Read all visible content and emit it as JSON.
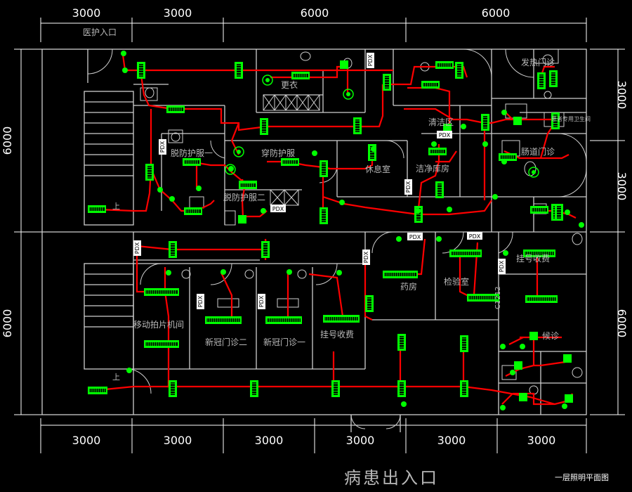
{
  "colors": {
    "background": "#000000",
    "wall": "#cfcfcf",
    "dimension": "#ffffff",
    "wiring": "#ff0000",
    "fixture": "#00ff00",
    "label": "#b8b8b8"
  },
  "dimensions": {
    "top": [
      "3000",
      "3000",
      "6000",
      "6000"
    ],
    "bottom": [
      "3000",
      "3000",
      "3000",
      "3000",
      "3000",
      "3000"
    ],
    "left": [
      "6000",
      "6000"
    ],
    "right": [
      "3000",
      "3000",
      "6000"
    ]
  },
  "rooms": {
    "medical_entrance": "医护入口",
    "changing": "更衣",
    "remove_protective_1": "脱防护服一",
    "remove_protective_2": "脱防护服二",
    "wear_protective": "穿防护服",
    "rest_room": "休息室",
    "clean_storage": "洁净库房",
    "clean_area": "清洁区",
    "fever_clinic": "发热门诊",
    "intestinal_clinic": "肠道门诊",
    "patient_toilet": "患者专用卫生间",
    "registration_top": "挂号收费",
    "mobile_xray": "移动拍片机间",
    "covid_clinic_2": "新冠门诊二",
    "covid_clinic_1": "新冠门诊一",
    "registration_fee": "挂号收费",
    "pharmacy": "药房",
    "laboratory": "检验室",
    "waiting": "候诊",
    "up_stair_1": "上",
    "up_stair_2": "上"
  },
  "tags": {
    "pdx": "PDX",
    "window": "C1212"
  },
  "footer": {
    "patient_entrance": "病患出入口",
    "drawing_title": "一层照明平面图"
  }
}
